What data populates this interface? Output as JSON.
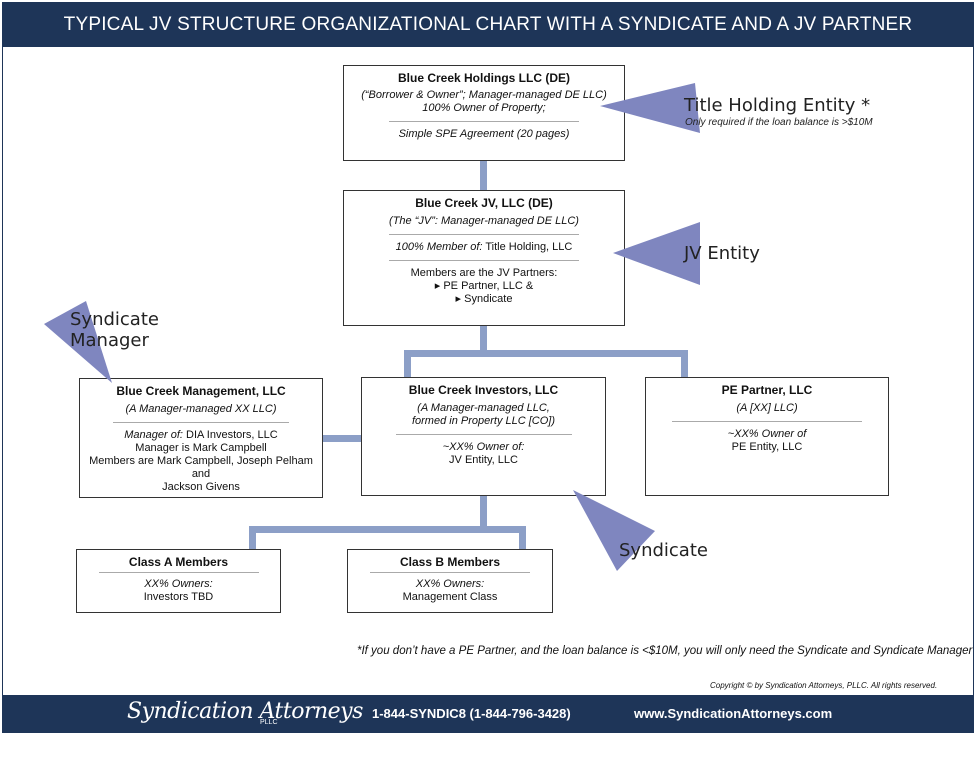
{
  "header": {
    "title": "TYPICAL JV STRUCTURE ORGANIZATIONAL CHART WITH A SYNDICATE AND A JV PARTNER"
  },
  "boxes": {
    "holdings": {
      "title": "Blue Creek Holdings LLC (DE)",
      "line1": "(“Borrower & Owner”; Manager-managed DE  LLC)",
      "line2": "100% Owner of Property;",
      "line3": "Simple SPE Agreement (20 pages)"
    },
    "jv": {
      "title": "Blue Creek JV, LLC (DE)",
      "line1": "(The “JV”: Manager-managed DE LLC)",
      "member_of_prefix": "100% Member of:",
      "member_of_value": "Title Holding, LLC",
      "members_heading": "Members are the JV Partners:",
      "member1": "▸ PE Partner, LLC &",
      "member2": "▸ Syndicate"
    },
    "management": {
      "title": "Blue Creek Management, LLC",
      "line1": "(A Manager-managed XX LLC)",
      "manager_of_prefix": "Manager of:",
      "manager_of_value": "DIA Investors, LLC",
      "line2": "Manager is Mark Campbell",
      "line3": "Members are Mark Campbell, Joseph Pelham and",
      "line4": "Jackson Givens"
    },
    "investors": {
      "title": "Blue Creek Investors, LLC",
      "line1": "(A Manager-managed LLC,",
      "line2": "formed in Property LLC [CO])",
      "line3": "~XX% Owner of:",
      "line4": "JV Entity, LLC"
    },
    "pe": {
      "title": "PE Partner, LLC",
      "line1": "(A [XX] LLC)",
      "line2": "~XX% Owner of",
      "line3": "PE Entity, LLC"
    },
    "class_a": {
      "title": "Class A Members",
      "line1": "XX% Owners:",
      "line2": "Investors TBD"
    },
    "class_b": {
      "title": "Class B Members",
      "line1": "XX% Owners:",
      "line2": "Management Class"
    }
  },
  "labels": {
    "title_holding": "Title Holding Entity",
    "title_holding_star": "*",
    "title_holding_sub": "Only required if the loan balance is >$10M",
    "jv_entity": "JV Entity",
    "syndicate_manager_1": "Syndicate",
    "syndicate_manager_2": "Manager",
    "syndicate": "Syndicate"
  },
  "footnote": "*If you don’t have a PE Partner, and the loan balance is <$10M, you will only need the Syndicate and Syndicate Manager",
  "copyright": "Copyright © by Syndication Attorneys, PLLC. All rights reserved.",
  "footer": {
    "logo": "Syndication Attorneys",
    "logo_suffix": "PLLC",
    "phone": "1-844-SYNDIC8 (1-844-796-3428)",
    "website": "www.SyndicationAttorneys.com"
  },
  "colors": {
    "navy": "#1e3558",
    "connector": "#8c9fc7",
    "pointer": "#7f86bf"
  }
}
